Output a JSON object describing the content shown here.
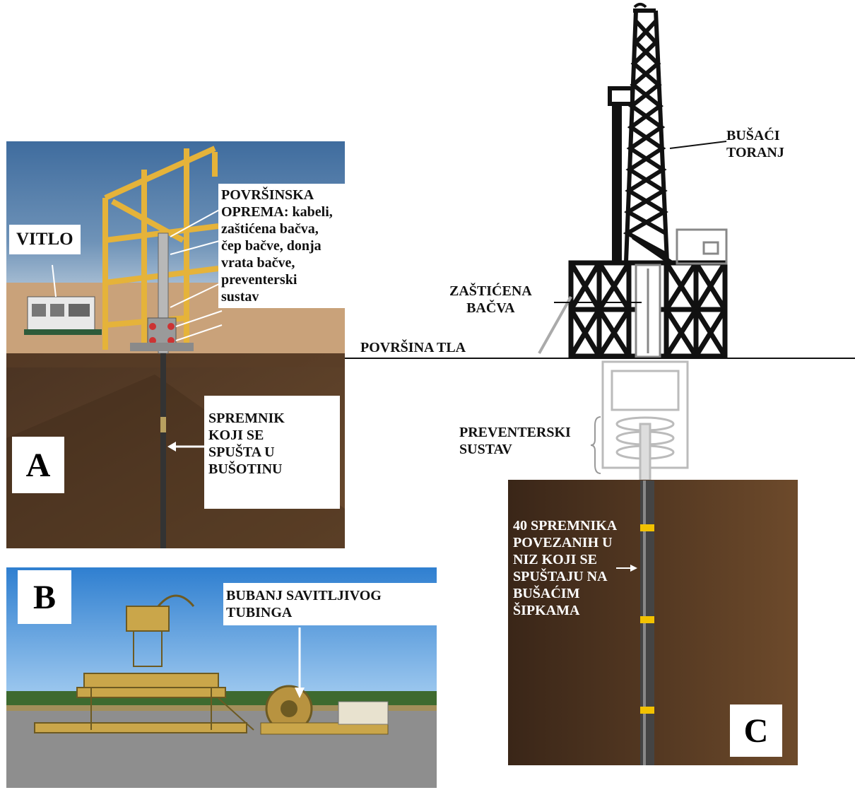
{
  "panel_a": {
    "letter": "A",
    "winch_label": "VITLO",
    "surface_equipment_label": "POVRŠINSKA\nOPREMA: kabeli,\nzaštićena bačva,\nčep bačve, donja\nvrata bačve,\npreventerski\nsustav",
    "container_label": "SPREMNIK\nKOJI SE\nSPUŠTA U\nBUŠOTINU"
  },
  "panel_b": {
    "letter": "B",
    "drum_label": "BUBANJ SAVITLJIVOG\nTUBINGA"
  },
  "panel_c": {
    "letter": "C",
    "derrick_label": "BUŠAĆI\nTORANJ",
    "barrel_label": "ZAŠTIĆENA\nBAČVA",
    "ground_label": "POVRŠINA TLA",
    "preventer_label": "PREVENTERSKI\nSUSTAV",
    "string_label": "40 SPREMNIKA\nPOVEZANIH U\nNIZ KOJI SE\nSPUŠTAJU NA\nBUŠAĆIM\nŠIPKAMA"
  },
  "colors": {
    "sky_top": "#3f6c9e",
    "sky_bottom": "#d7e2ea",
    "soil_dark": "#4a3322",
    "soil_mid": "#6b4b2e",
    "rig_yellow": "#e5b33a",
    "soil_c_left": "#3a2618",
    "soil_c_right": "#6d4a2b",
    "capsule_yellow": "#f2c200"
  }
}
